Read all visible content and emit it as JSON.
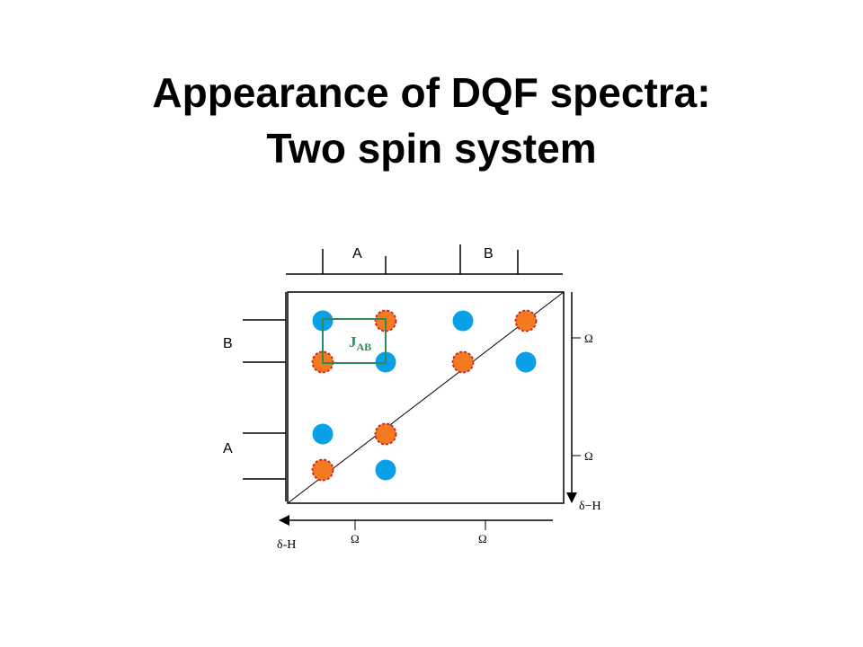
{
  "title": {
    "line1": "Appearance of DQF spectra:",
    "line2": "Two spin system"
  },
  "top_labels": {
    "a": "A",
    "b": "B"
  },
  "left_labels": {
    "b": "B",
    "a": "A"
  },
  "coupling_label": {
    "main": "J",
    "sub": "AB"
  },
  "right_axis": {
    "omega": "Ω",
    "delta_h": "δ−H"
  },
  "bottom_axis": {
    "omega": "Ω",
    "delta_h": "δ-H"
  },
  "colors": {
    "blue_peak": "#0aa0e8",
    "orange_peak": "#f47a20",
    "orange_outline": "#cc2222",
    "j_box": "#2e8b57"
  },
  "peaks": [
    {
      "row": 1,
      "col": 1,
      "kind": "blue"
    },
    {
      "row": 1,
      "col": 2,
      "kind": "orange"
    },
    {
      "row": 1,
      "col": 3,
      "kind": "blue"
    },
    {
      "row": 1,
      "col": 4,
      "kind": "orange"
    },
    {
      "row": 2,
      "col": 1,
      "kind": "orange"
    },
    {
      "row": 2,
      "col": 2,
      "kind": "blue"
    },
    {
      "row": 2,
      "col": 3,
      "kind": "orange"
    },
    {
      "row": 2,
      "col": 4,
      "kind": "blue"
    },
    {
      "row": 3,
      "col": 1,
      "kind": "blue"
    },
    {
      "row": 3,
      "col": 2,
      "kind": "orange"
    },
    {
      "row": 4,
      "col": 1,
      "kind": "orange"
    },
    {
      "row": 4,
      "col": 2,
      "kind": "blue"
    }
  ]
}
